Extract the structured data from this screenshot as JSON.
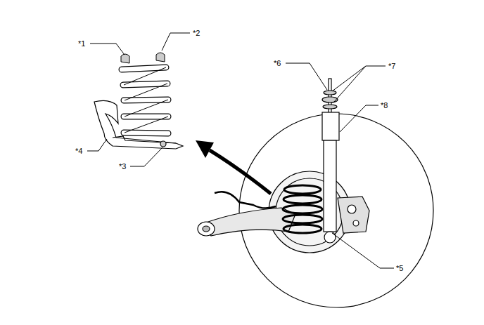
{
  "diagram": {
    "labels": [
      "*1",
      "*2",
      "*3",
      "*4",
      "*5",
      "*6",
      "*7",
      "*8"
    ]
  }
}
